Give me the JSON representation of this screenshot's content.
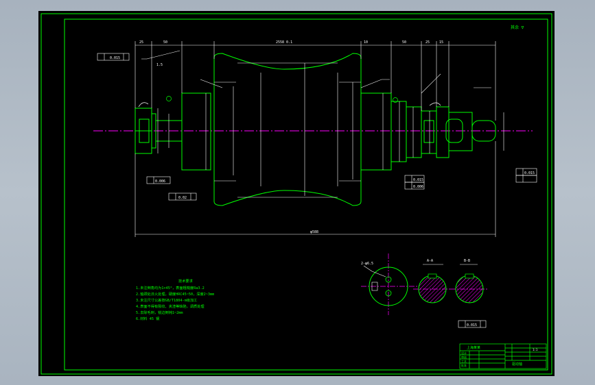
{
  "colors": {
    "background": "#000000",
    "border": "#00ff00",
    "outline": "#00ff00",
    "dimension": "#ffffff",
    "centerline": "#ff00ff",
    "notes": "#00ff00",
    "section_hatch": "#ff00ff"
  },
  "roughness_mark": "其余 ∇",
  "dimensions": {
    "top": [
      "25",
      "50",
      "2558 0.1",
      "10",
      "50",
      "25",
      "15"
    ],
    "overall": "φ588",
    "segment": "1.5"
  },
  "tolerances": {
    "top_left": "0.015",
    "left_lower": "0.006",
    "mid_lower": "0.02",
    "right_mid": "0.015",
    "right_lower": "0.006",
    "section": "0.015"
  },
  "tech_requirements": {
    "title": "技术要求",
    "items": [
      "1.未注倒角均为1×45°，表面粗糙度Ra3.2",
      "2.轴颈处淬火处理，硬度HRC45~50，深度2~3mm",
      "3.未注尺寸公差按GB/T1804-m级加工",
      "4.表面不得有裂纹、夹渣等缺陷，调质处理",
      "5.去除毛刺，锐边倒钝1~2mm",
      "6.材料 45 钢"
    ]
  },
  "section_views": {
    "label_a": "A-A",
    "label_b": "B-B",
    "hole_callout": "2-φ6.5"
  },
  "title_block": {
    "company": "上海某某",
    "part_name": "驱动轴",
    "scale": "1:1",
    "rows": [
      "设计",
      "审核",
      "工艺",
      "批准"
    ]
  }
}
